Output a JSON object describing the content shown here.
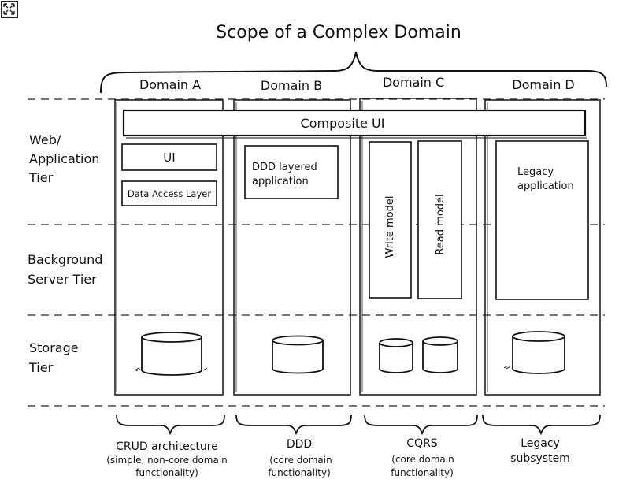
{
  "expand_icon": "expand-arrows-icon",
  "title": "Scope of a Complex Domain",
  "domains": [
    "Domain A",
    "Domain B",
    "Domain C",
    "Domain D"
  ],
  "tiers": {
    "web": [
      "Web/",
      "Application",
      "Tier"
    ],
    "background": [
      "Background",
      "Server Tier"
    ],
    "storage": [
      "Storage",
      "Tier"
    ]
  },
  "composite_ui": "Composite UI",
  "domain_a": {
    "ui": "UI",
    "dal": "Data Access Layer"
  },
  "domain_b": {
    "app": [
      "DDD layered",
      "application"
    ]
  },
  "domain_c": {
    "write": "Write model",
    "read": "Read model"
  },
  "domain_d": {
    "app": [
      "Legacy",
      "application"
    ]
  },
  "footers": {
    "a": [
      "CRUD architecture",
      "(simple, non-core domain",
      "functionality)"
    ],
    "b": [
      "DDD",
      "(core domain",
      "functionality)"
    ],
    "c": [
      "CQRS",
      "(core domain",
      "functionality)"
    ],
    "d": [
      "Legacy",
      "subsystem"
    ]
  }
}
